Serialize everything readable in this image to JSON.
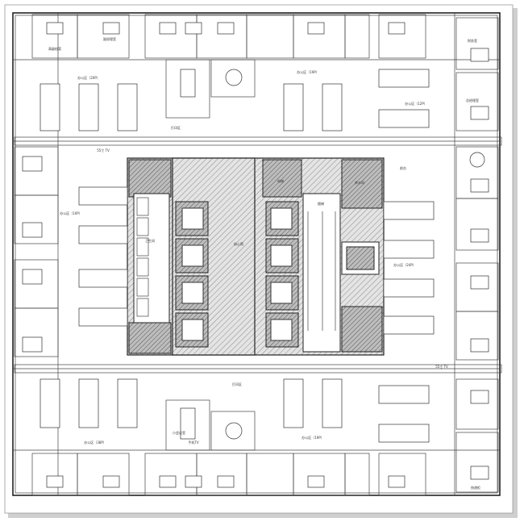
{
  "colors": {
    "line": "#222222",
    "hatch": "#9a9a9a",
    "paper": "#ffffff",
    "shadow": "#cfcfcf"
  },
  "labels": {
    "open_w": "办公区（20P）",
    "open_n": "办公区（19P）",
    "open_e_left": "办公区（10P）",
    "open_e_right": "办公区（24P）",
    "open_sw": "办公区（38P）",
    "open_se": "办公区（19P）",
    "area_ne": "办公区（12P）",
    "archive_1": "高级档案",
    "archive_2": "副经理室",
    "archive_3": "财务室",
    "archive_4": "总经理室",
    "meeting_small": "小会议室",
    "meeting_2": "手机TV",
    "print_1": "打印区",
    "print_2": "打印区",
    "tv_1": "55寸 TV",
    "tv_2": "55寸 TV",
    "reception": "前台",
    "restroom": "卫生间",
    "core": "核心筒",
    "stair": "楼梯",
    "elevator": "电梯",
    "pantry": "茶水间",
    "mailbox": "快递柜"
  }
}
